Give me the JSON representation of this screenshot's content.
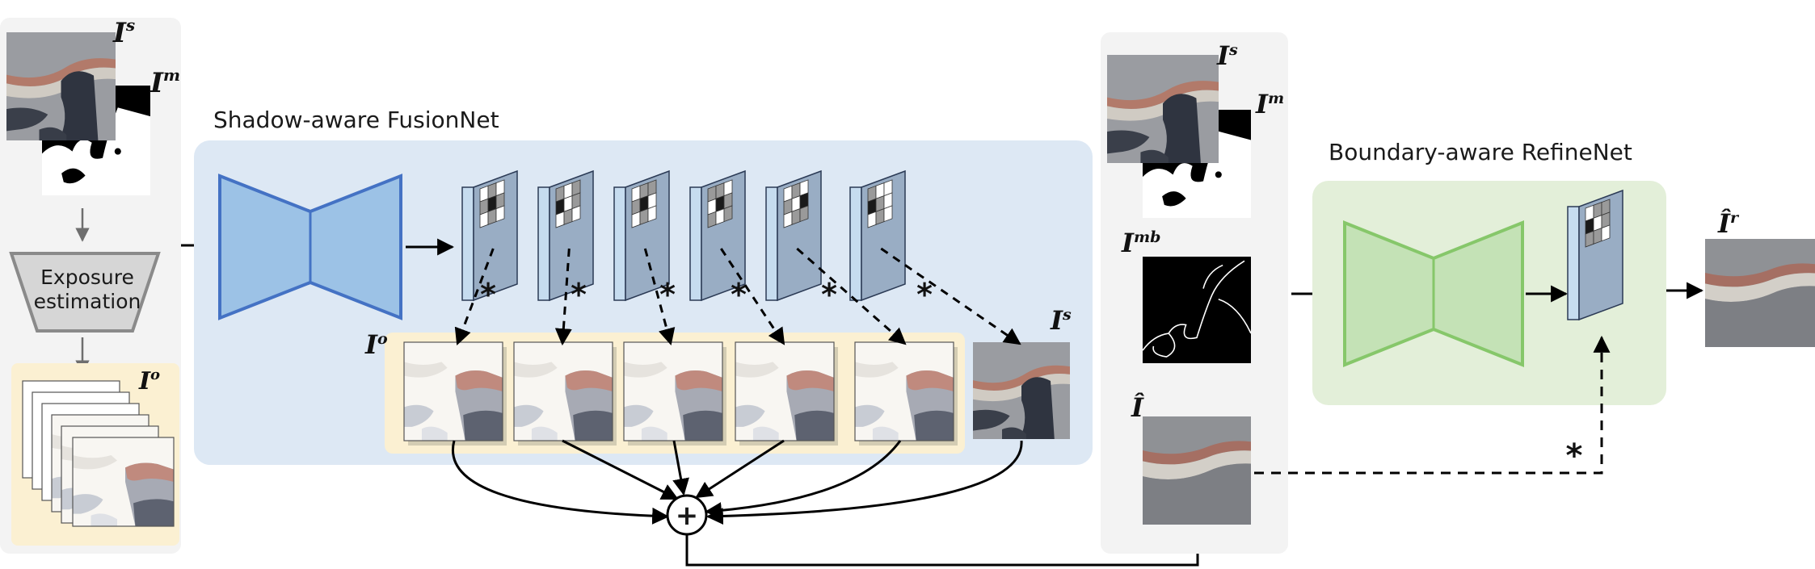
{
  "labels": {
    "input_shadow": {
      "base": "I",
      "sup": "s"
    },
    "input_mask": {
      "base": "I",
      "sup": "m"
    },
    "exposure_line1": "Exposure",
    "exposure_line2": "estimation",
    "overexposed_set": {
      "base": "I",
      "sup": "o"
    },
    "fusionnet_title": "Shadow-aware FusionNet",
    "fusion_overexposed": {
      "base": "I",
      "sup": "o"
    },
    "fusion_shadow": {
      "base": "I",
      "sup": "s"
    },
    "star": "*",
    "plus": "+",
    "refine_shadow": {
      "base": "I",
      "sup": "s"
    },
    "refine_mask": {
      "base": "I",
      "sup": "m"
    },
    "mask_boundary": {
      "base": "I",
      "sup": "mb"
    },
    "fused_result": {
      "base": "Î",
      "sup": ""
    },
    "refinenet_title": "Boundary-aware RefineNet",
    "final_result": {
      "base": "Î",
      "sup": "r"
    }
  },
  "colors": {
    "left_panel_bg": "#f3f3f3",
    "fusion_panel_bg": "#dde8f4",
    "exposure_strip_bg": "#fbf0d2",
    "encoder_fill": "#9cc2e6",
    "encoder_stroke": "#4472c4",
    "refine_panel_bg": "#e3efd9",
    "refine_encoder_fill": "#c4e2b6",
    "refine_encoder_stroke": "#86c76a",
    "kernel_face": "#99adc4",
    "kernel_side": "#c6dcef",
    "funnel_fill": "#d6d6d6",
    "funnel_stroke": "#8a8a8a"
  }
}
